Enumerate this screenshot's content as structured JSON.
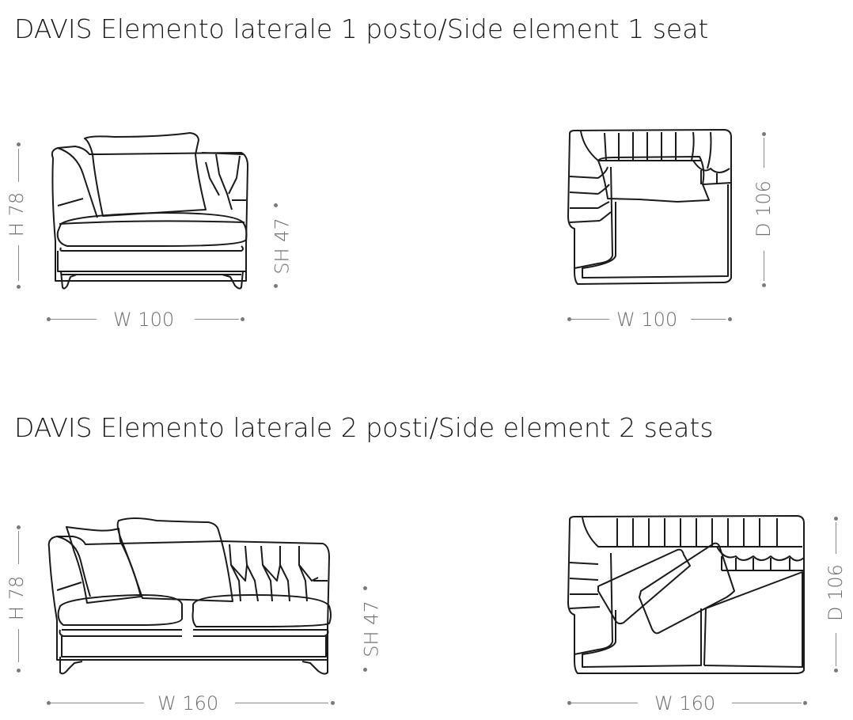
{
  "sections": [
    {
      "title": "DAVIS Elemento laterale 1 posto/Side element 1 seat",
      "front_view": {
        "height_label": "H 78",
        "seat_height_label": "SH 47",
        "width_label": "W 100"
      },
      "top_view": {
        "depth_label": "D 106",
        "width_label": "W 100"
      }
    },
    {
      "title": "DAVIS Elemento laterale 2 posti/Side element 2 seats",
      "front_view": {
        "height_label": "H 78",
        "seat_height_label": "SH 47",
        "width_label": "W 160"
      },
      "top_view": {
        "depth_label": "D 106",
        "width_label": "W 160"
      }
    }
  ],
  "colors": {
    "line": "#1a1a1a",
    "dimension": "#6f6f6f",
    "background": "#ffffff"
  }
}
